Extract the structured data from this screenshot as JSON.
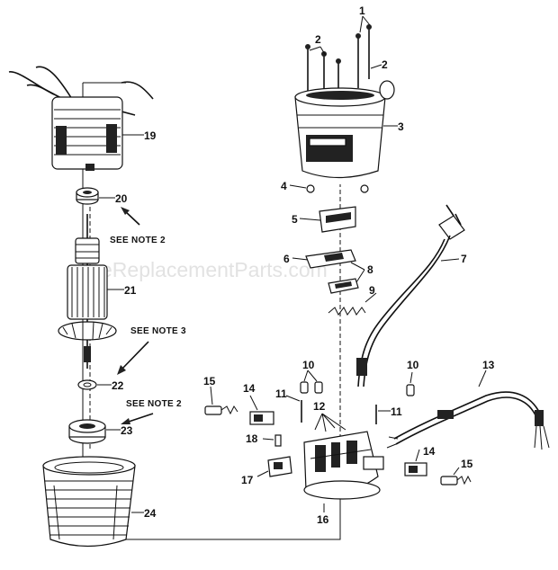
{
  "watermark": "eReplacementParts.com",
  "notes": {
    "note_20": "SEE NOTE 2",
    "note_22": "SEE NOTE 3",
    "note_23": "SEE NOTE 2"
  },
  "callouts": {
    "c1": "1",
    "c2a": "2",
    "c2b": "2",
    "c3": "3",
    "c4": "4",
    "c5": "5",
    "c6": "6",
    "c7": "7",
    "c8": "8",
    "c9": "9",
    "c10a": "10",
    "c10b": "10",
    "c11a": "11",
    "c11b": "11",
    "c12": "12",
    "c13": "13",
    "c14a": "14",
    "c14b": "14",
    "c15a": "15",
    "c15b": "15",
    "c16": "16",
    "c17": "17",
    "c18": "18",
    "c19": "19",
    "c20": "20",
    "c21": "21",
    "c22": "22",
    "c23": "23",
    "c24": "24"
  }
}
